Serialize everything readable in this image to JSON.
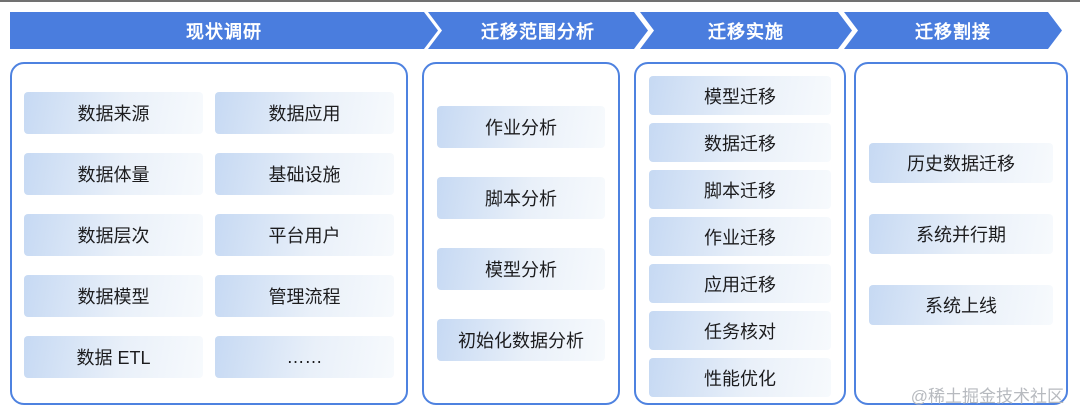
{
  "diagram": {
    "watermark": "@稀土掘金技术社区",
    "colors": {
      "arrow_blue": "#4a7dde",
      "box_border_blue": "#4e82e0",
      "item_gradient_start": "#c6d9f3",
      "item_gradient_end": "#f7fafd",
      "item_text": "#1c1c1e",
      "watermark_gray": "#b7babf"
    },
    "phases": [
      {
        "label": "现状调研",
        "items": [
          "数据来源",
          "数据应用",
          "数据体量",
          "基础设施",
          "数据层次",
          "平台用户",
          "数据模型",
          "管理流程",
          "数据 ETL",
          "……"
        ]
      },
      {
        "label": "迁移范围分析",
        "items": [
          "作业分析",
          "脚本分析",
          "模型分析",
          "初始化数据分析"
        ]
      },
      {
        "label": "迁移实施",
        "items": [
          "模型迁移",
          "数据迁移",
          "脚本迁移",
          "作业迁移",
          "应用迁移",
          "任务核对",
          "性能优化"
        ]
      },
      {
        "label": "迁移割接",
        "items": [
          "历史数据迁移",
          "系统并行期",
          "系统上线"
        ]
      }
    ]
  }
}
